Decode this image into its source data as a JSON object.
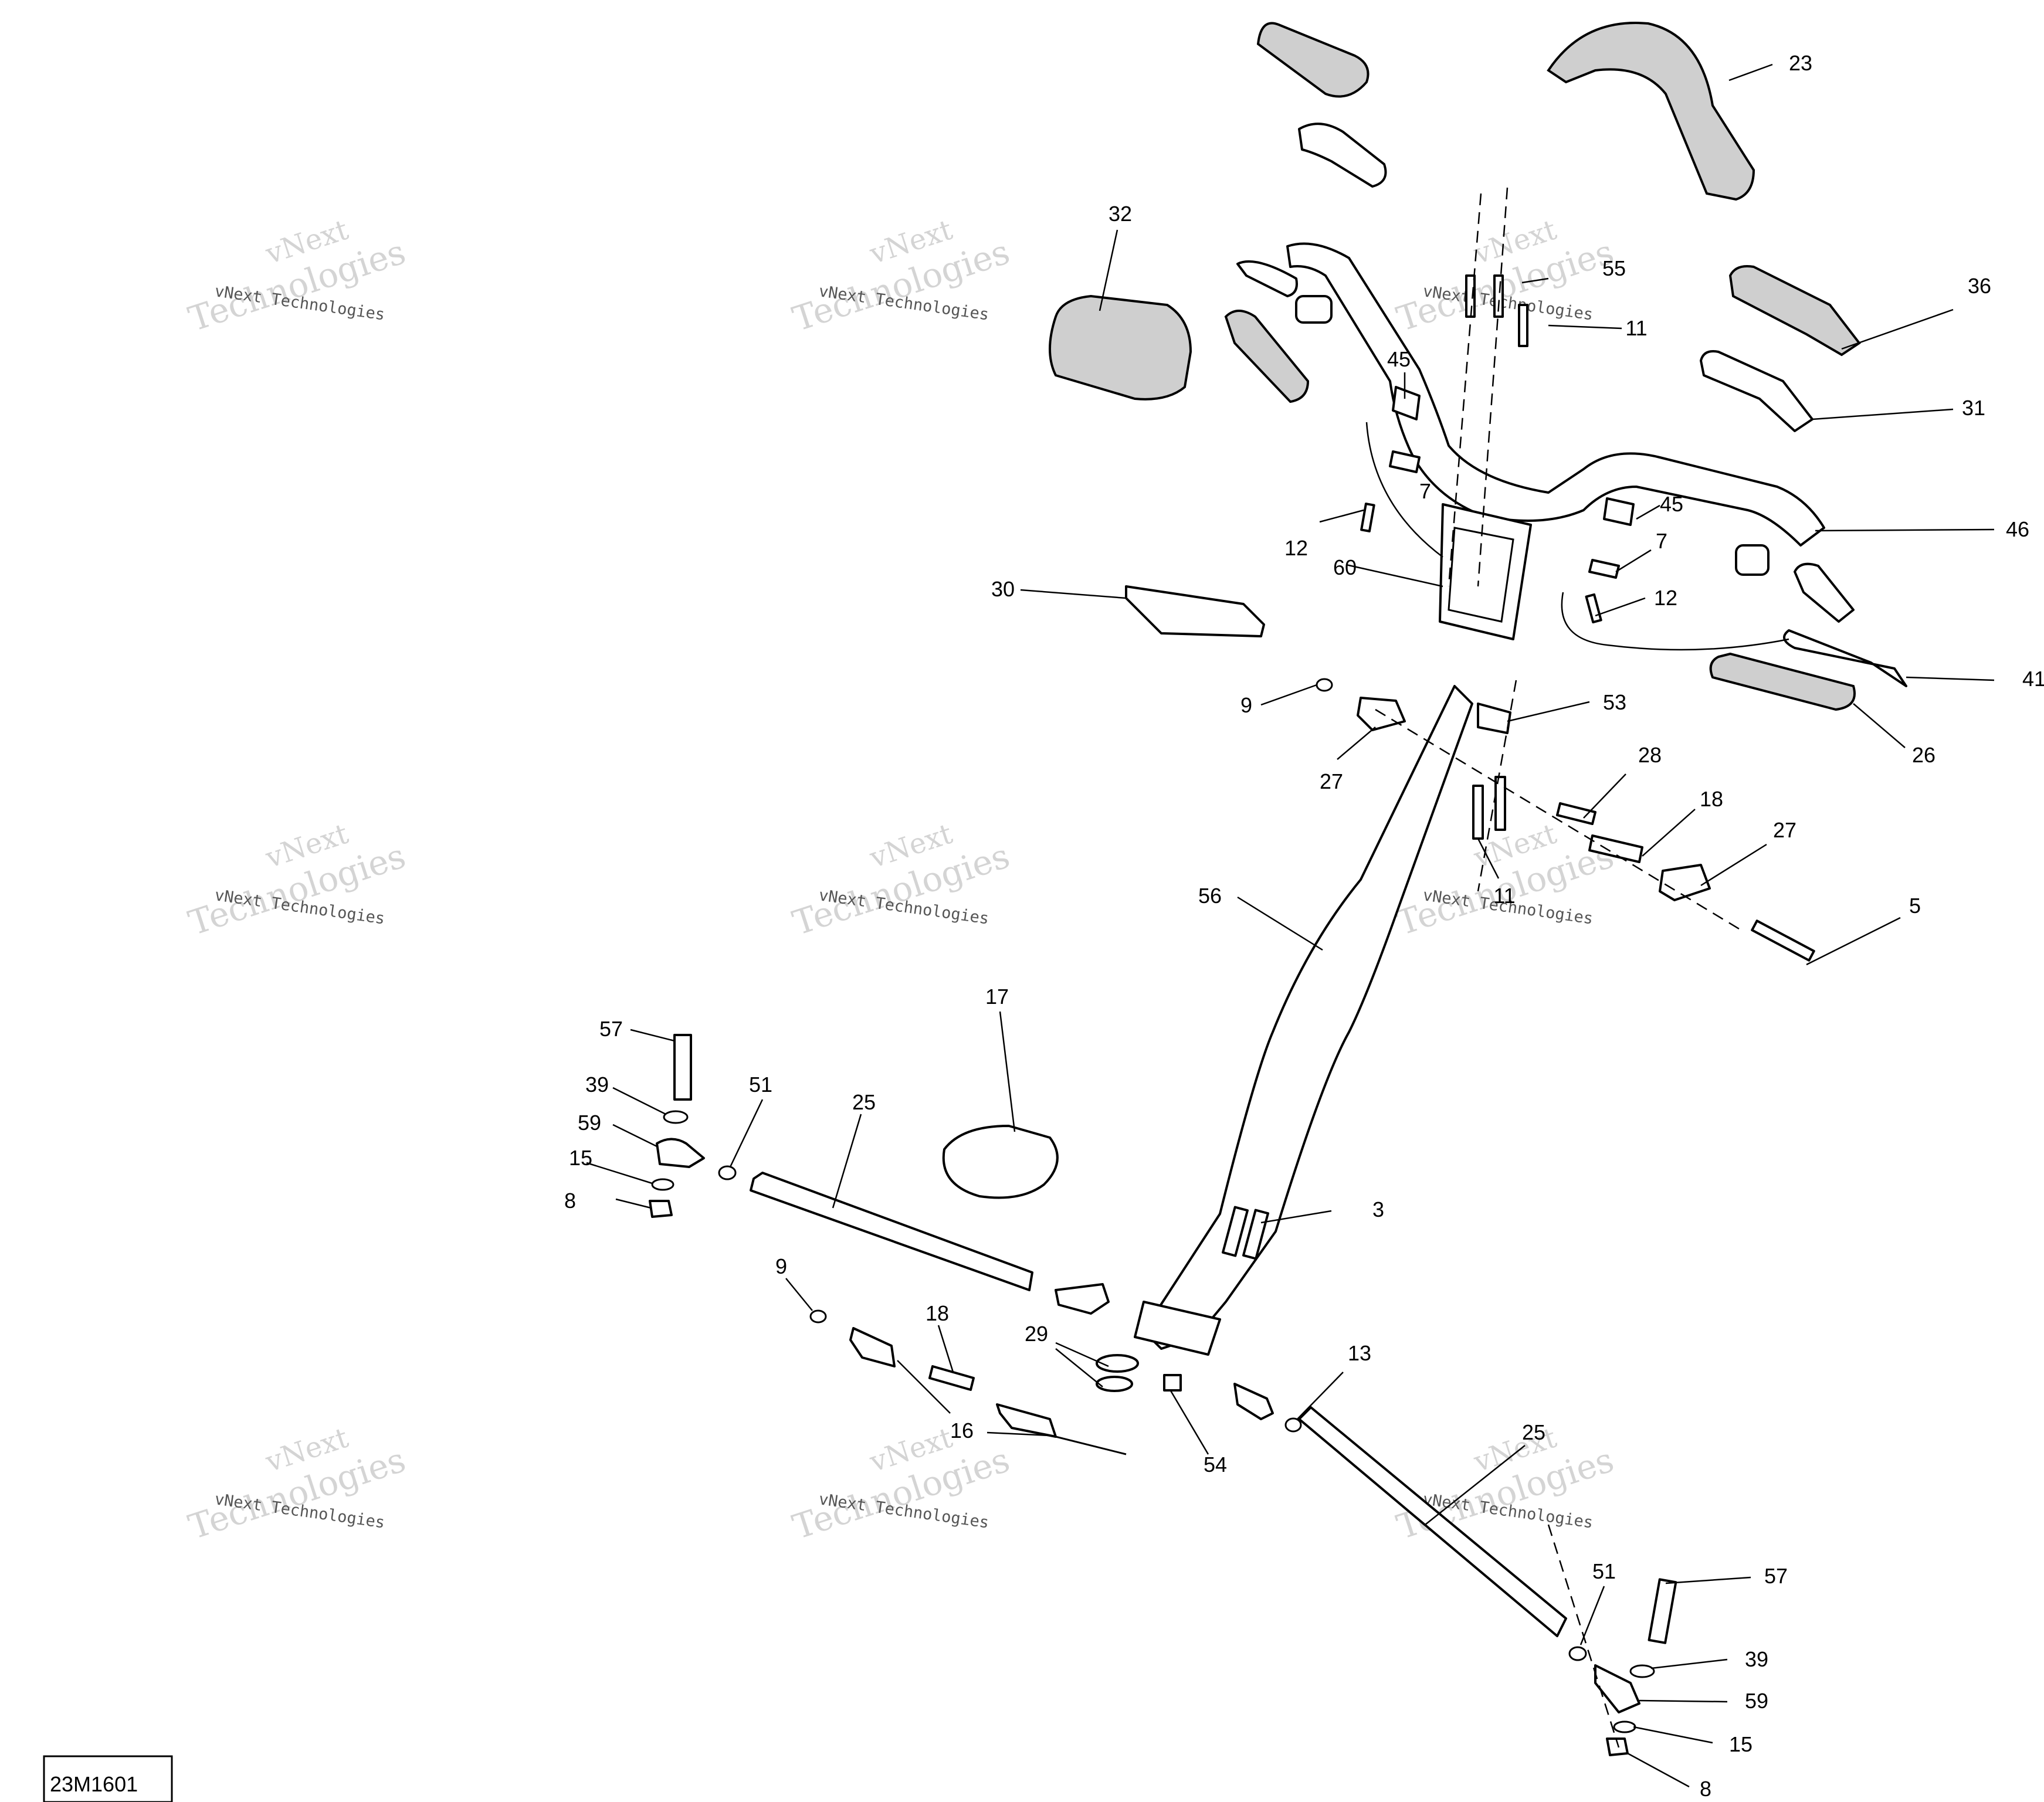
{
  "diagram_ref": "23M1601",
  "watermark": {
    "line1": "vNext",
    "line2": "vNext Technologies",
    "line3": "Technologies"
  },
  "callouts": [
    "3",
    "5",
    "7",
    "7",
    "8",
    "8",
    "9",
    "9",
    "11",
    "11",
    "12",
    "12",
    "13",
    "15",
    "15",
    "16",
    "17",
    "18",
    "18",
    "23",
    "25",
    "25",
    "26",
    "27",
    "27",
    "28",
    "29",
    "30",
    "31",
    "32",
    "36",
    "39",
    "39",
    "41",
    "45",
    "45",
    "46",
    "51",
    "51",
    "53",
    "54",
    "55",
    "56",
    "57",
    "57",
    "59",
    "59",
    "60"
  ],
  "colors": {
    "line": "#000000",
    "grip_fill": "#cfcfcf",
    "watermark": "#d4d4d4",
    "background": "#ffffff"
  }
}
